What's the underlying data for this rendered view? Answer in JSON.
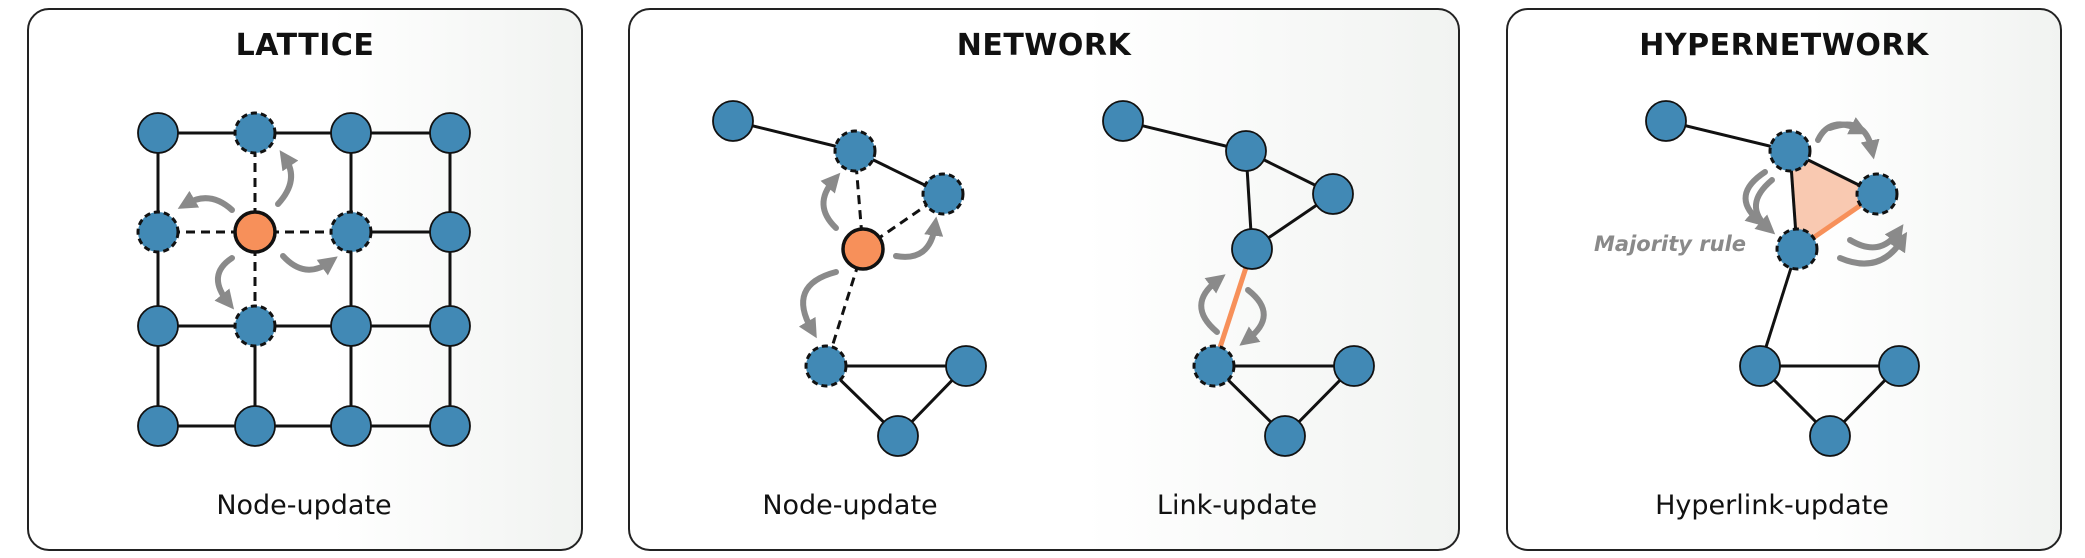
{
  "panels": {
    "lattice": {
      "title": "LATTICE",
      "caption": "Node-update"
    },
    "network": {
      "title": "NETWORK",
      "caption_left": "Node-update",
      "caption_right": "Link-update"
    },
    "hypernetwork": {
      "title": "HYPERNETWORK",
      "caption": "Hyperlink-update",
      "annotation": "Majority rule"
    }
  },
  "colors": {
    "node": "#4189b5",
    "highlight": "#f7905a",
    "hyperlink_fill": "#f9c9b1",
    "arrow": "#8a8a8a",
    "edge": "#111111"
  }
}
